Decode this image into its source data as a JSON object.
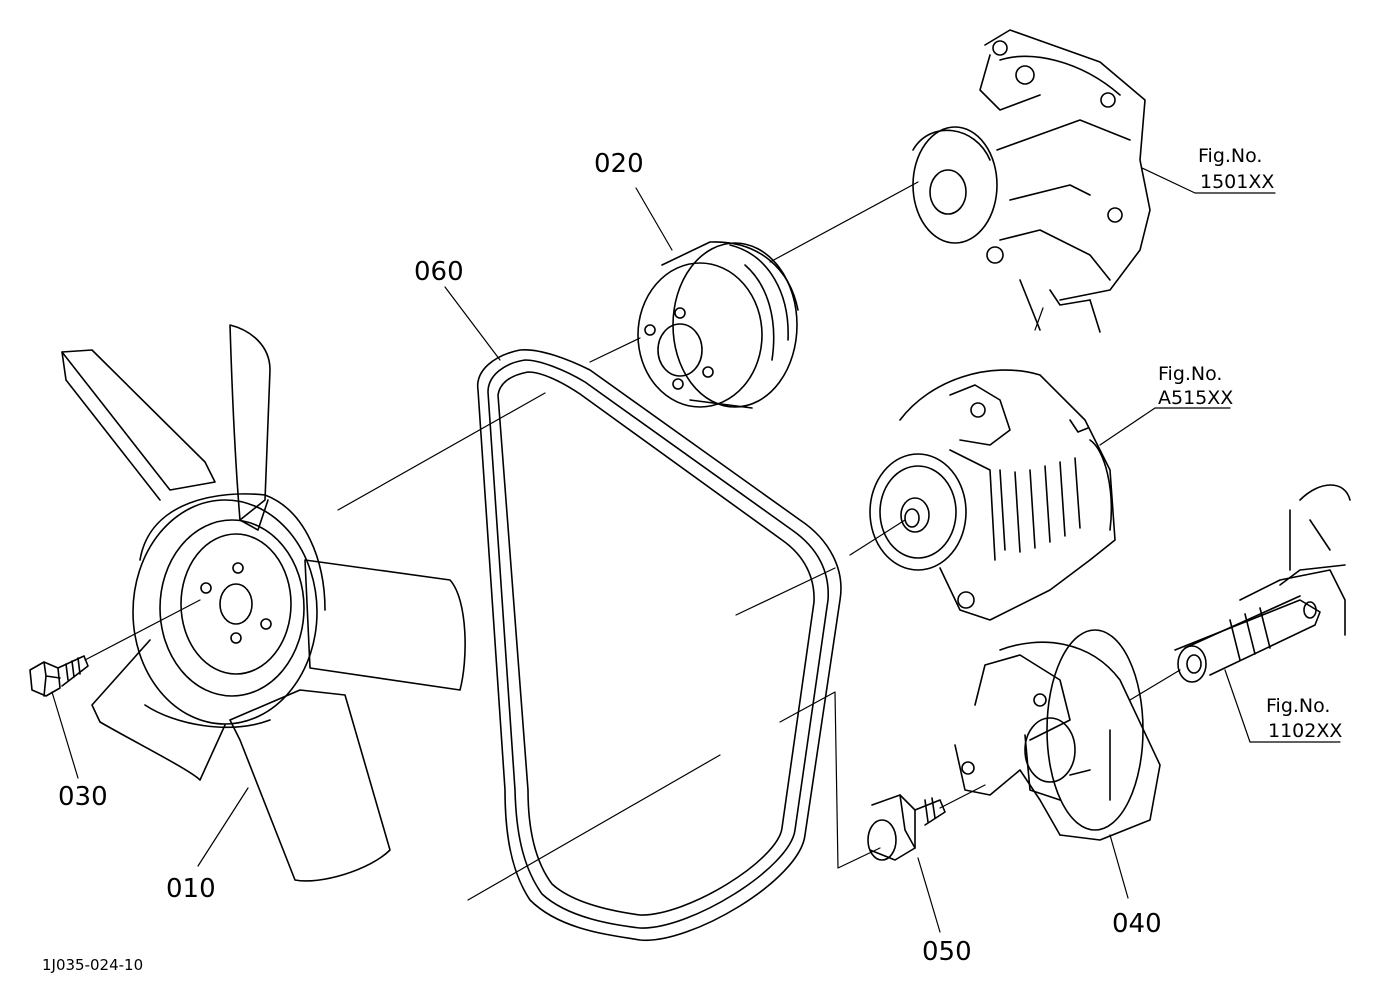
{
  "drawing_code": "1J035-024-10",
  "parts": {
    "p010": "010",
    "p020": "020",
    "p030": "030",
    "p040": "040",
    "p050": "050",
    "p060": "060"
  },
  "figure_refs": [
    {
      "heading": "Fig.No.",
      "number": "1501XX"
    },
    {
      "heading": "Fig.No.",
      "number": "A515XX"
    },
    {
      "heading": "Fig.No.",
      "number": "1102XX"
    }
  ],
  "colors": {
    "stroke": "#000000",
    "background": "#ffffff"
  }
}
